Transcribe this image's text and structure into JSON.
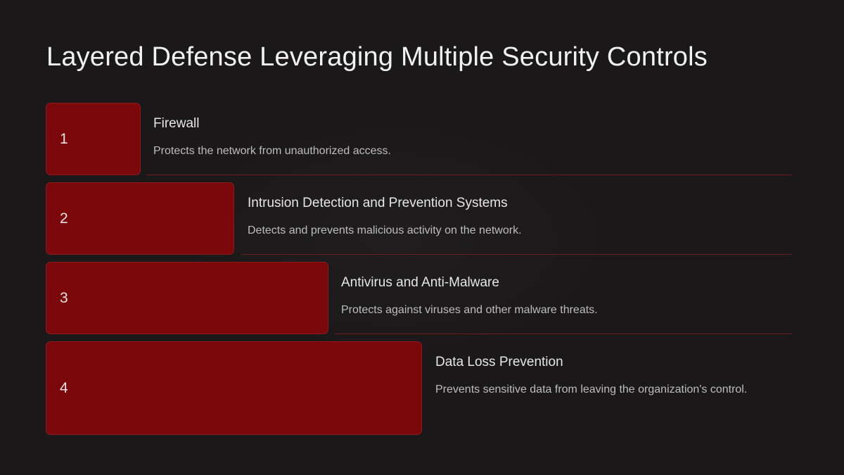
{
  "slide": {
    "title": "Layered Defense Leveraging Multiple Security Controls",
    "accent_color": "#7a080b",
    "background_color": "#1a1819"
  },
  "steps": [
    {
      "number": "1",
      "title": "Firewall",
      "description": "Protects the network from unauthorized access."
    },
    {
      "number": "2",
      "title": "Intrusion Detection and Prevention Systems",
      "description": "Detects and prevents malicious activity on the network."
    },
    {
      "number": "3",
      "title": "Antivirus and Anti-Malware",
      "description": "Protects against viruses and other malware threats."
    },
    {
      "number": "4",
      "title": "Data Loss Prevention",
      "description": "Prevents sensitive data from leaving the organization's control."
    }
  ]
}
